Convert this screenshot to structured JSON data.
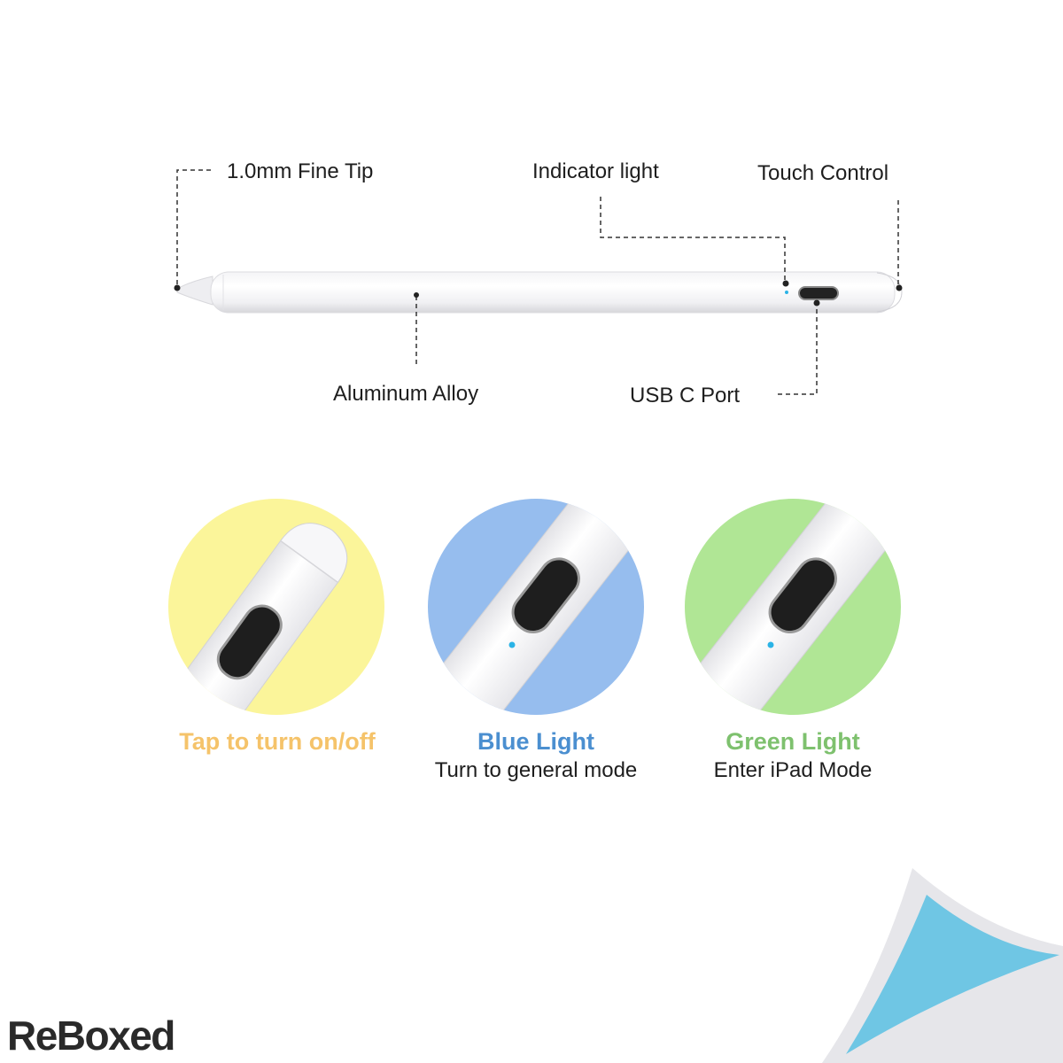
{
  "callouts": {
    "tip": "1.0mm Fine Tip",
    "indicator": "Indicator light",
    "touch": "Touch Control",
    "alloy": "Aluminum Alloy",
    "usb": "USB C Port"
  },
  "modes": [
    {
      "title": "Tap to turn on/off",
      "subtitle": "",
      "color": "#f5c36a",
      "bg": "#fbf59a"
    },
    {
      "title": "Blue Light",
      "subtitle": "Turn to general mode",
      "color": "#4b8fd0",
      "bg": "#96bdee"
    },
    {
      "title": "Green Light",
      "subtitle": "Enter iPad Mode",
      "color": "#7ec16e",
      "bg": "#b0e695"
    }
  ],
  "indicator_color": "#2bb3e6",
  "brand": {
    "logo": "ReBoxed",
    "corner_color": "#6fc6e4"
  }
}
